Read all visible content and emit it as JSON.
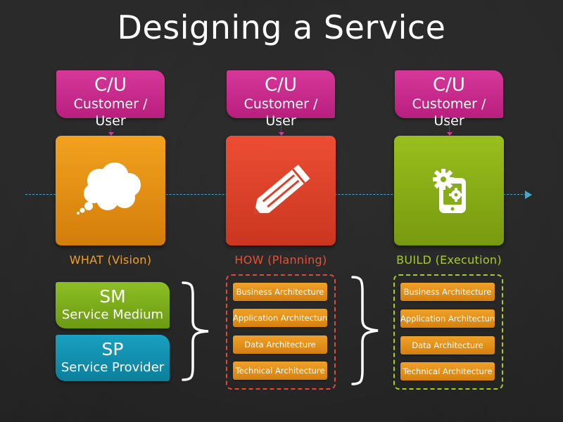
{
  "title": "Designing a Service",
  "columns": [
    {
      "cu_abbr": "C/U",
      "cu_full": "Customer / User",
      "phase_label": "WHAT (Vision)",
      "phase_color": "#f0a127",
      "card_icon": "thought-cloud-icon"
    },
    {
      "cu_abbr": "C/U",
      "cu_full": "Customer / User",
      "phase_label": "HOW (Planning)",
      "phase_color": "#ec4e34",
      "card_icon": "pencil-icon"
    },
    {
      "cu_abbr": "C/U",
      "cu_full": "Customer / User",
      "phase_label": "BUILD (Execution)",
      "phase_color": "#a8cc26",
      "card_icon": "gears-device-icon"
    }
  ],
  "service_medium": {
    "abbr": "SM",
    "full": "Service Medium",
    "color": "#8cbf24"
  },
  "service_provider": {
    "abbr": "SP",
    "full": "Service Provider",
    "color": "#1aa0c0"
  },
  "how_layers": [
    "Business Architecture",
    "Application Architecture",
    "Data Architecture",
    "Technical Architecture"
  ],
  "build_layers": [
    "Business Architecture",
    "Application Architecture",
    "Data Architecture",
    "Technical Architecture"
  ],
  "colors": {
    "cu_magenta": "#d6389a",
    "timeline": "#4aa6c9",
    "layer_orange": "#f0a127"
  }
}
